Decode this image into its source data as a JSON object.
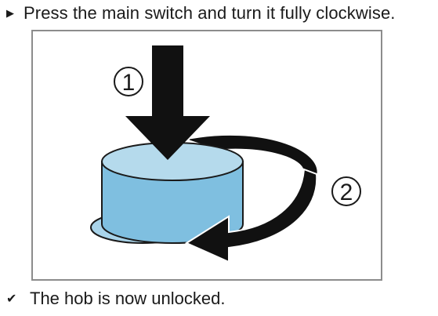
{
  "instruction": {
    "bullet_icon": "triangle-bullet-icon",
    "text": "Press the main switch and turn it fully clockwise."
  },
  "figure": {
    "callout_1": "1",
    "callout_2": "2",
    "colors": {
      "knob_top": "#b5daec",
      "knob_side": "#7fbfe0",
      "knob_base": "#a9d4ea",
      "outline": "#1a1a1a",
      "frame": "#8c8c8c"
    }
  },
  "result": {
    "check_icon": "check-mark-icon",
    "text": "The hob is now unlocked."
  }
}
